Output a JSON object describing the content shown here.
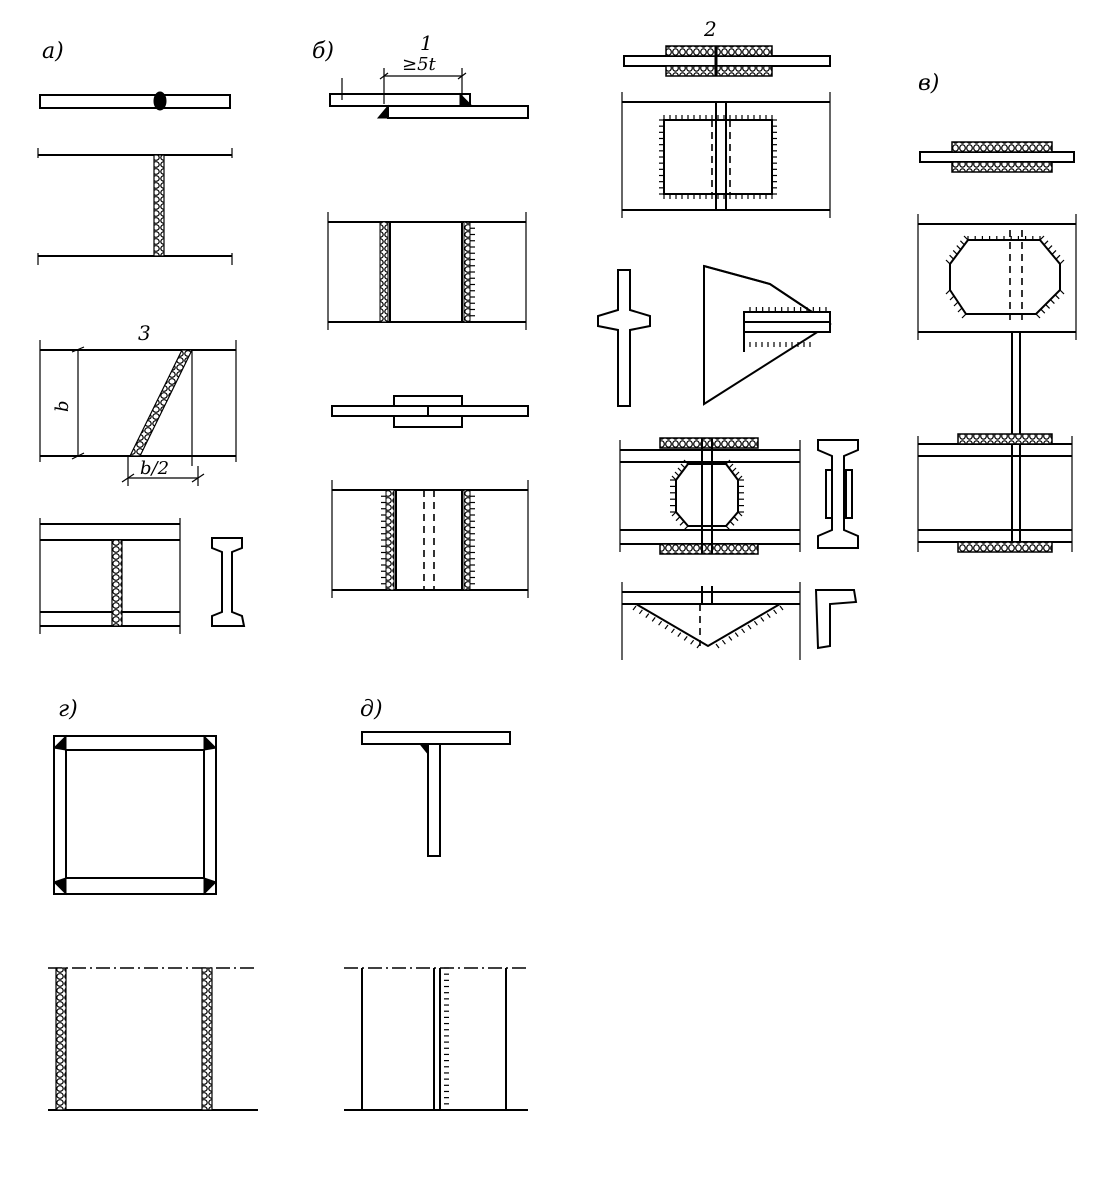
{
  "labels": {
    "a": "а)",
    "b": "б)",
    "v": "в)",
    "g": "г)",
    "d": "д)"
  },
  "callouts": {
    "n1": "1",
    "n2": "2",
    "n3": "3"
  },
  "dimensions": {
    "overlap": "≥5t",
    "width": "b",
    "half_width": "b/2"
  }
}
